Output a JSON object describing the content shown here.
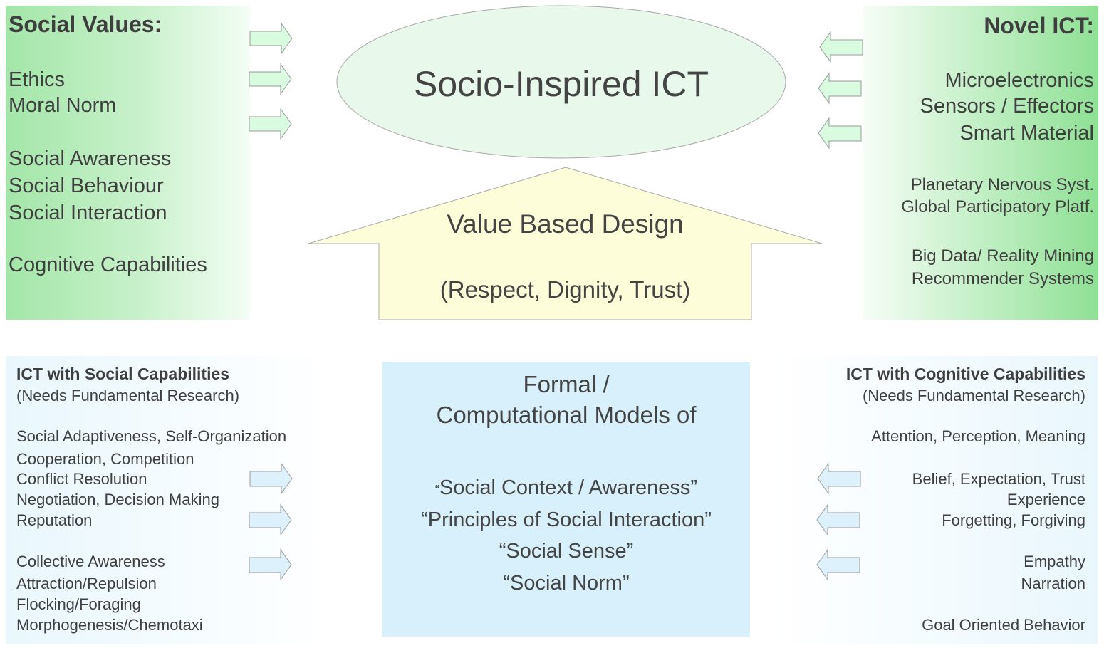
{
  "social_values": {
    "title": "Social Values:",
    "items": [
      "Ethics",
      "Moral Norm",
      "Social Awareness",
      "Social Behaviour",
      "Social Interaction",
      "Cognitive Capabilities"
    ]
  },
  "novel_ict": {
    "title": "Novel ICT:",
    "items_large": [
      "Microelectronics",
      "Sensors / Effectors",
      "Smart Material"
    ],
    "items_medium": [
      "Planetary Nervous Syst.",
      "Global Participatory Platf.",
      "Big Data/ Reality Mining",
      "Recommender Systems"
    ]
  },
  "center_top": {
    "title": "Socio-Inspired ICT"
  },
  "value_arrow": {
    "line1": "Value Based Design",
    "line2": "(Respect, Dignity, Trust)"
  },
  "social_capabilities": {
    "title": "ICT with Social Capabilities",
    "subtitle": "(Needs Fundamental Research)",
    "items": [
      "Social Adaptiveness, Self-Organization",
      "Cooperation, Competition",
      "Conflict Resolution",
      "Negotiation, Decision Making",
      "Reputation",
      "Collective Awareness",
      "Attraction/Repulsion",
      "Flocking/Foraging",
      "Morphogenesis/Chemotaxi"
    ]
  },
  "cognitive_capabilities": {
    "title": "ICT with Cognitive Capabilities",
    "subtitle": "(Needs Fundamental Research)",
    "items": [
      "Attention, Perception, Meaning",
      "Belief, Expectation, Trust",
      "Experience",
      "Forgetting, Forgiving",
      "Empathy",
      "Narration",
      "Goal Oriented Behavior"
    ]
  },
  "models_box": {
    "line1": "Formal /",
    "line2": "Computational Models of",
    "quote_open_small": "“",
    "line3": "Social Context / Awareness”",
    "line4": "“Principles of Social Interaction”",
    "line5": "“Social Sense”",
    "line6": "“Social Norm”"
  },
  "colors": {
    "green_panel": "#a3e6a8",
    "ellipse_fill": "#e8f8ea",
    "arrow_fill": "#fdfdd9",
    "blue_box": "#d8f0fb",
    "small_arrow_green": "#d9fbe0",
    "small_arrow_blue": "#dcf1fc",
    "text": "#3f3f3f"
  }
}
